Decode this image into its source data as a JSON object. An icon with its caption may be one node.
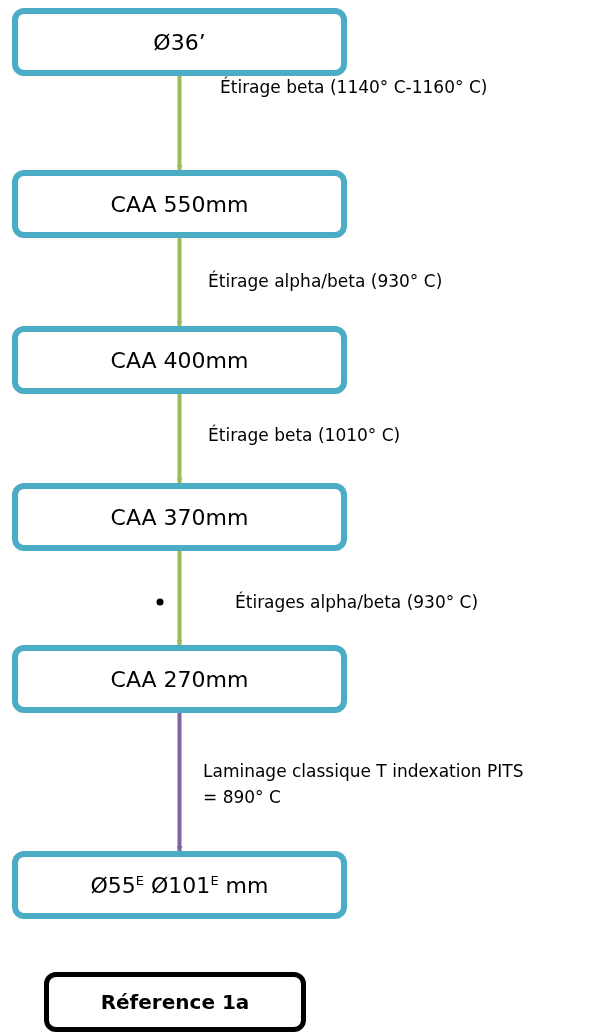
{
  "diagram": {
    "nodes": [
      {
        "text": [
          "Ø36’"
        ]
      },
      {
        "text": [
          "CAA 550mm"
        ]
      },
      {
        "text": [
          "CAA 400mm"
        ]
      },
      {
        "text": [
          "CAA 370mm"
        ]
      },
      {
        "text": [
          "CAA 270mm"
        ]
      },
      {
        "text": [
          "Ø55$^{E}$ Ø101$^{E}$ mm"
        ]
      },
      {
        "text": [
          "Réference 1a"
        ]
      }
    ],
    "edges": [
      {
        "from": 0,
        "to": 1,
        "arrow": "to",
        "label": "Étirage beta (1140° C-1160° C)"
      },
      {
        "from": 1,
        "to": 2,
        "arrow": "to",
        "label": "Étirage alpha/beta (930° C)"
      },
      {
        "from": 2,
        "to": 3,
        "arrow": "to",
        "label": "Étirage beta (1010° C)"
      },
      {
        "from": 3,
        "to": 4,
        "arrow": "to",
        "label": "Étirages alpha/beta (930° C)"
      },
      {
        "from": 4,
        "to": 5,
        "arrow": "to",
        "label": "Laminage classique T indexation PITS = 890° C",
        "color": "#8064a2"
      }
    ]
  }
}
